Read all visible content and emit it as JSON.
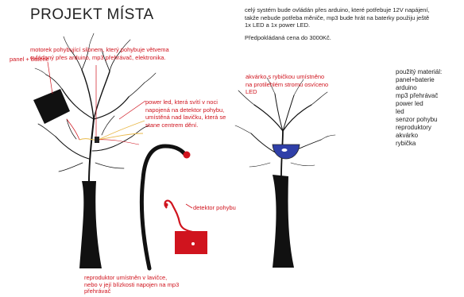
{
  "title": "PROJEKT MÍSTA",
  "info": {
    "system_lines": [
      "celý systém bude ovládán přes arduino, které potřebuje 12V napájení,",
      "takže nebude potřeba měniče, mp3 bude hrát na baterky použiju ještě",
      "1x LED a 1x power LED."
    ],
    "price": "Předpokládaná cena do 3000Kč."
  },
  "labels": {
    "motor": [
      "motorek pohybující silonem, který pohybuje větvema",
      "ovládaný přes arduino, mp3 přehrávač, elektronika."
    ],
    "panel": "panel + baterie",
    "power_led": [
      "power led, která svítí v noci",
      "napojená na detektor pohybu,",
      "umístěná nad lavičku, která se",
      "stane centrem dění."
    ],
    "detector": "detektor pohybu",
    "speaker": [
      "reproduktor umístněn v lavičce,",
      "nebo v její blízkosti napojen na mp3",
      "přehrávač"
    ],
    "aquarium": [
      "akvárko s rybičkou umístněno",
      "na protilehlém stromu osvíceno",
      "LED"
    ]
  },
  "materials": {
    "heading": "použitý materiál:",
    "items": [
      "panel+baterie",
      "arduino",
      "mp3 přehrávač",
      "power led",
      "led",
      "senzor pohybu",
      "reproduktory",
      "akvárko",
      "rybička"
    ]
  },
  "colors": {
    "red": "#d0141e",
    "tree": "#111111",
    "aquarium": "#2f3fa8",
    "wire_yellow": "#e9b94a"
  }
}
